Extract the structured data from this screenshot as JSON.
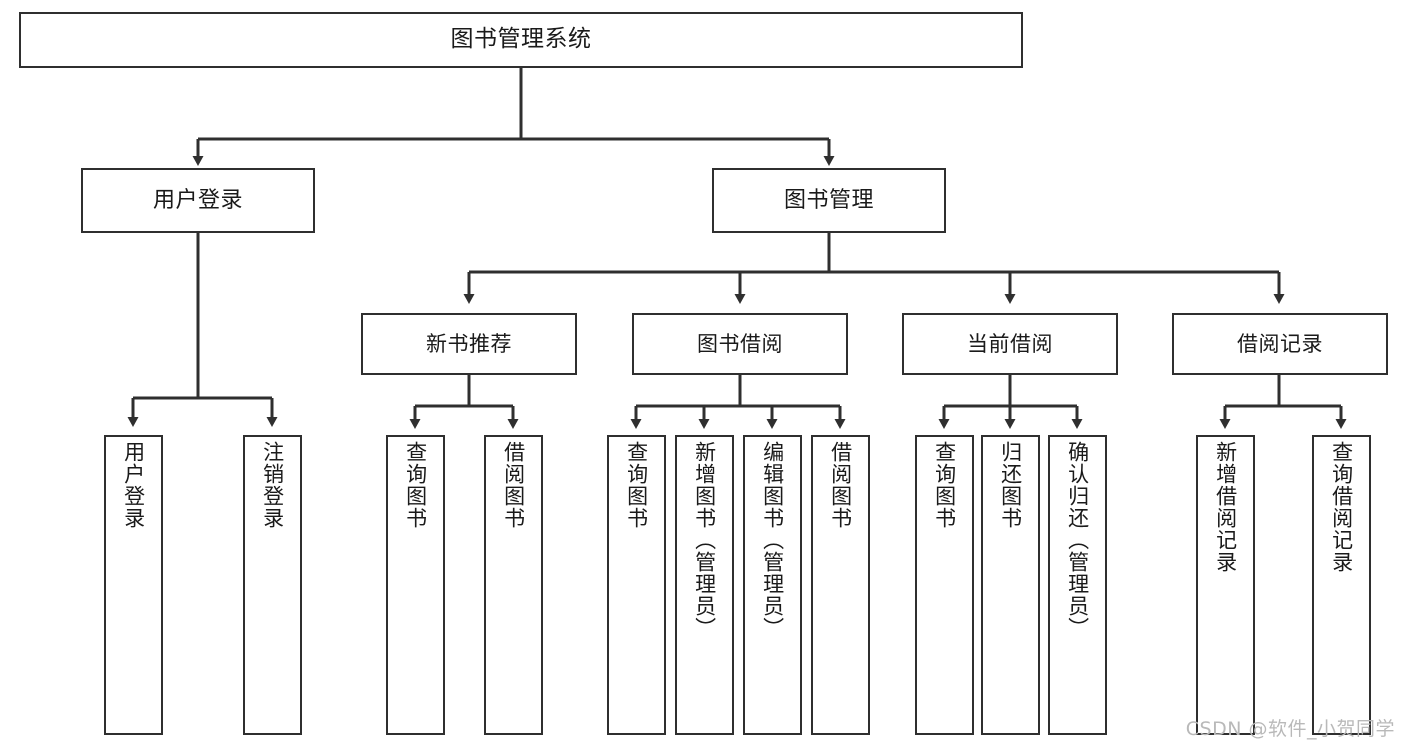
{
  "diagram": {
    "title": "图书管理系统",
    "watermark": "CSDN @软件_小贺同学",
    "colors": {
      "box_border": "#2f2f2f",
      "box_fill": "#ffffff",
      "edge": "#2f2f2f",
      "text": "#1a1a1a",
      "watermark": "#b9b9b9",
      "background": "#ffffff"
    },
    "root": {
      "label": "图书管理系统"
    },
    "level2": [
      {
        "label": "用户登录"
      },
      {
        "label": "图书管理"
      }
    ],
    "level3": [
      {
        "label": "新书推荐"
      },
      {
        "label": "图书借阅"
      },
      {
        "label": "当前借阅"
      },
      {
        "label": "借阅记录"
      }
    ],
    "leaves": {
      "user_login": [
        {
          "label": "用户登录"
        },
        {
          "label": "注销登录"
        }
      ],
      "new_book_recommend": [
        {
          "label": "查询图书"
        },
        {
          "label": "借阅图书"
        }
      ],
      "book_borrow": [
        {
          "label": "查询图书"
        },
        {
          "label": "新增图书（管理员）"
        },
        {
          "label": "编辑图书（管理员）"
        },
        {
          "label": "借阅图书"
        }
      ],
      "current_borrow": [
        {
          "label": "查询图书"
        },
        {
          "label": "归还图书"
        },
        {
          "label": "确认归还（管理员）"
        }
      ],
      "borrow_record": [
        {
          "label": "新增借阅记录"
        },
        {
          "label": "查询借阅记录"
        }
      ]
    }
  }
}
